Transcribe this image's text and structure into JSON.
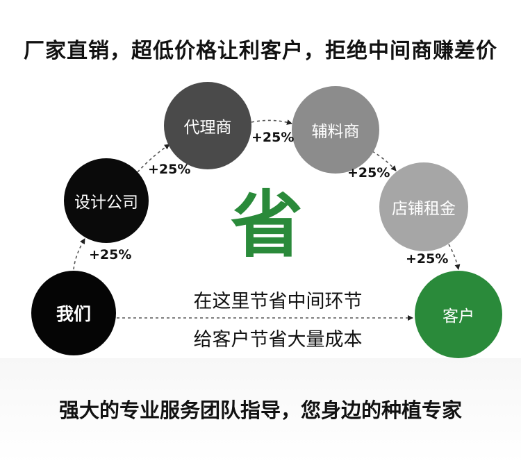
{
  "headline": "厂家直销，超低价格让利客户，拒绝中间商赚差价",
  "nodes": {
    "us": "我们",
    "design_company": "设计公司",
    "agent": "代理商",
    "accessory_supplier": "辅料商",
    "store_rent": "店铺租金",
    "customer": "客户"
  },
  "markups": [
    "+25%",
    "+25%",
    "+25%",
    "+25%",
    "+25%"
  ],
  "center": {
    "big_char": "省",
    "line1": "在这里节省中间环节",
    "line2": "给客户节省大量成本"
  },
  "footer": "强大的专业服务团队指导，您身边的种植专家",
  "colors": {
    "green": "#2a8a3a",
    "black": "#050505",
    "dark_gray": "#4a4a4a",
    "mid_gray": "#8c8c8c",
    "light_gray": "#a6a6a6"
  }
}
